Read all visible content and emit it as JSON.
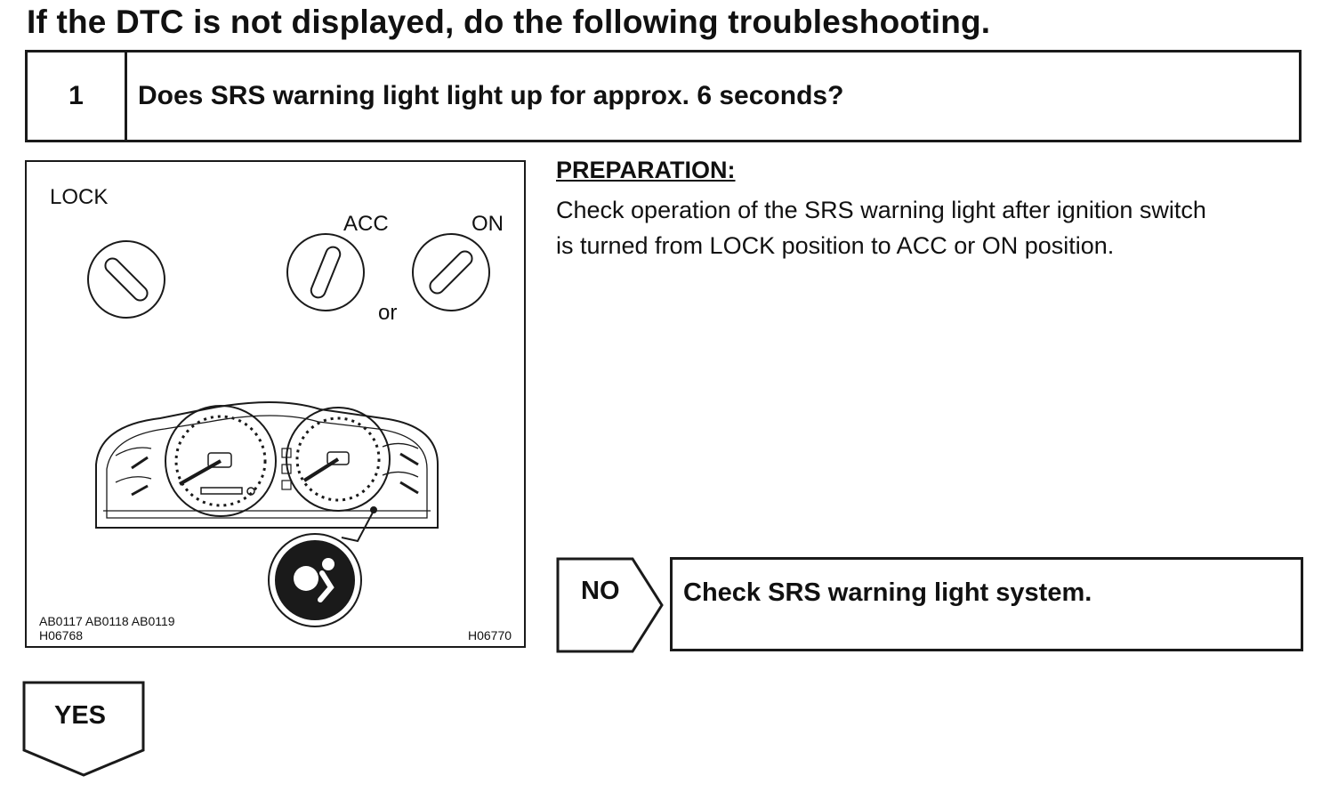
{
  "heading": "If the DTC is not displayed, do the following troubleshooting.",
  "step": {
    "number": "1",
    "question": "Does SRS warning light light up for approx. 6 seconds?"
  },
  "figure": {
    "label_lock": "LOCK",
    "label_acc": "ACC",
    "label_on": "ON",
    "label_or": "or",
    "code_left_1": "AB0117 AB0118 AB0119",
    "code_left_2": "H06768",
    "code_right": "H06770"
  },
  "preparation": {
    "title": "PREPARATION:",
    "line1": "Check operation of the SRS warning light after ignition switch",
    "line2": "is turned from LOCK position to ACC or ON position."
  },
  "branch_no": {
    "label": "NO",
    "result": "Check SRS warning light system."
  },
  "branch_yes": {
    "label": "YES"
  }
}
